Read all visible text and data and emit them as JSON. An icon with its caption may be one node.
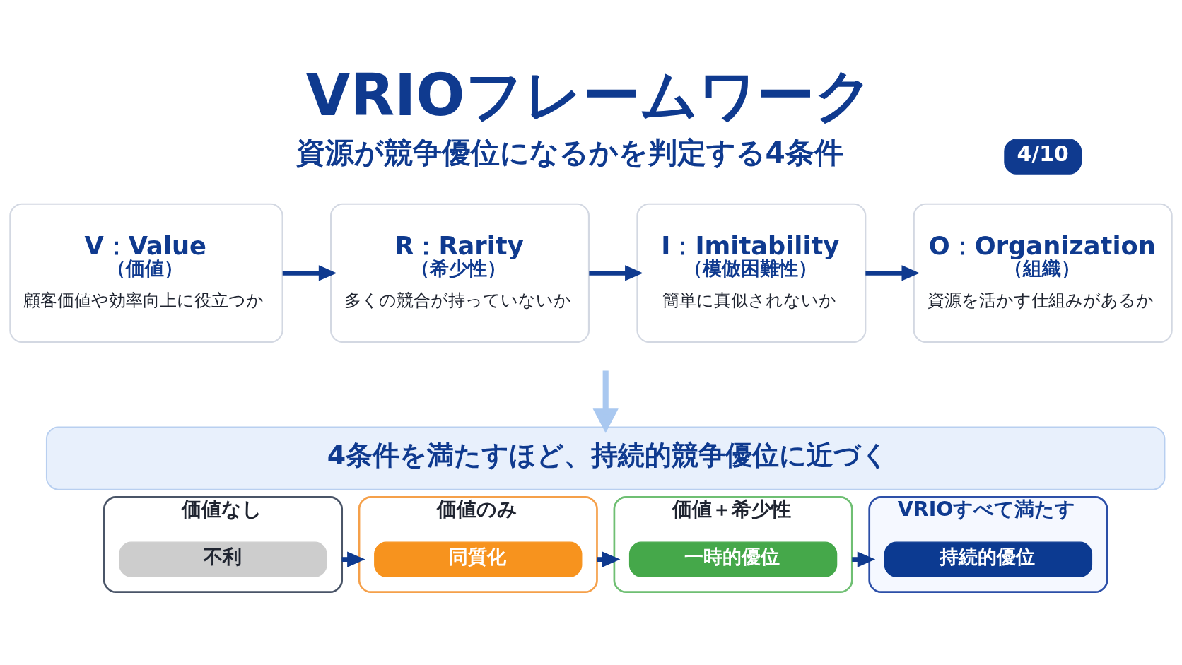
{
  "diagram": {
    "title": "VRIOフレームワーク",
    "nodes": [
      {
        "text": [
          "4/10"
        ]
      },
      {
        "text": [
          "V：Value",
          "（価値）",
          "顧客価値や効率向上に役立つか"
        ]
      },
      {
        "text": [
          "R：Rarity",
          "（希少性）",
          "多くの競合が持っていないか"
        ]
      },
      {
        "text": [
          "I：Imitability",
          "（模倣困難性）",
          "簡単に真似されないか"
        ]
      },
      {
        "text": [
          "O：Organization",
          "（組織）",
          "資源を活かす仕組みがあるか"
        ]
      },
      {
        "text": [
          "4条件を満たすほど、持続的競争優位に近づく"
        ]
      },
      {
        "text": [
          "価値なし"
        ]
      },
      {
        "text": [
          "不利"
        ],
        "in": 6
      },
      {
        "text": [
          "価値のみ"
        ]
      },
      {
        "text": [
          "同質化"
        ],
        "in": 8
      },
      {
        "text": [
          "価値＋希少性"
        ]
      },
      {
        "text": [
          "一時的優位"
        ],
        "in": 10
      },
      {
        "text": [
          "VRIOすべて満たす"
        ]
      },
      {
        "text": [
          "持続的優位"
        ],
        "in": 12
      }
    ],
    "edges": [
      {
        "from": 1,
        "to": 2,
        "arrow": "to"
      },
      {
        "from": 2,
        "to": 3,
        "arrow": "to"
      },
      {
        "from": 3,
        "to": 4,
        "arrow": "to"
      },
      {
        "from": null,
        "to": 5,
        "arrow": "to",
        "color": "#a9c8f0"
      },
      {
        "from": 6,
        "to": 8,
        "arrow": "to"
      },
      {
        "from": 8,
        "to": 10,
        "arrow": "to"
      },
      {
        "from": 10,
        "to": 12,
        "arrow": "to"
      }
    ],
    "labels": [
      "資源が競争優位になるかを判定する4条件"
    ]
  }
}
